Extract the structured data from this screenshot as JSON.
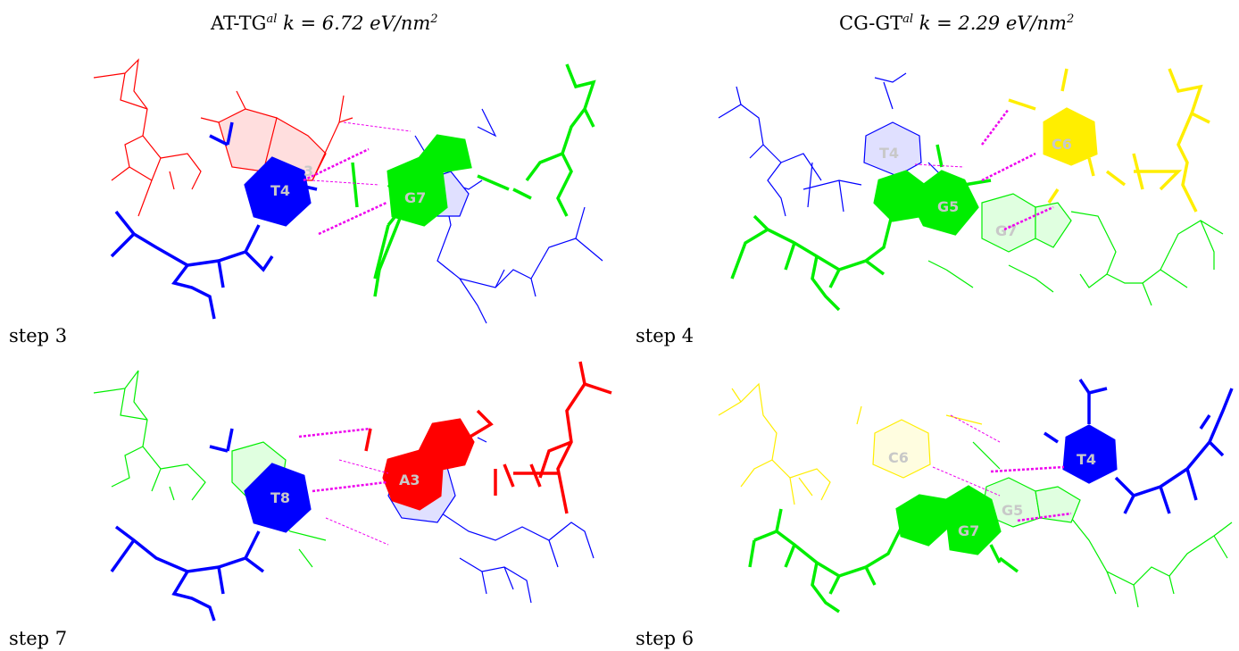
{
  "columns": {
    "left": {
      "pair": "AT-TG",
      "sup": "al",
      "k_text": "k = 6.72 eV/nm",
      "exp": "2"
    },
    "right": {
      "pair": "CG-GT",
      "sup": "al",
      "k_text": "k = 2.29 eV/nm",
      "exp": "2"
    }
  },
  "panels": [
    {
      "step": "step 3",
      "labels": [
        "T4",
        "G7",
        "3"
      ]
    },
    {
      "step": "step 4",
      "labels": [
        "T4",
        "C6",
        "G5",
        "G7"
      ]
    },
    {
      "step": "step 7",
      "labels": [
        "T8",
        "A3"
      ]
    },
    {
      "step": "step 6",
      "labels": [
        "C6",
        "T4",
        "G5",
        "G7"
      ]
    }
  ],
  "colors": {
    "blue": "#0000ff",
    "red": "#ff0000",
    "green": "#00ee00",
    "yellow": "#ffee00",
    "magenta": "#ee00ee",
    "label_gray": "#c8c8c8"
  }
}
